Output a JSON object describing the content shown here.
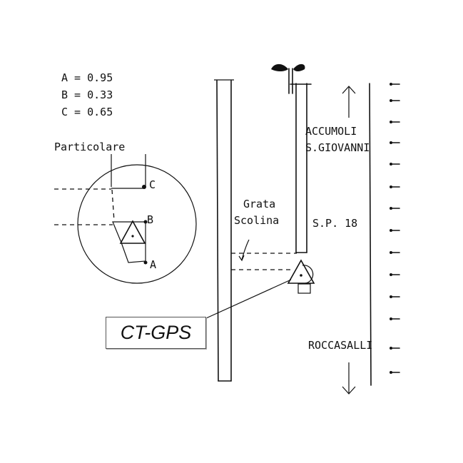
{
  "legend": {
    "a": "A = 0.95",
    "b": "B = 0.33",
    "c": "C = 0.65"
  },
  "detail": {
    "title": "Particolare",
    "label_a": "A",
    "label_b": "B",
    "label_c": "C"
  },
  "labels": {
    "grata_line1": "Grata",
    "grata_line2": "Scolina",
    "accumoli": "ACCUMOLI",
    "s_giovanni": "S.GIOVANNI",
    "sp": "S.P. 18",
    "roccasalli": "ROCCASALLI",
    "device": "CT-GPS"
  }
}
